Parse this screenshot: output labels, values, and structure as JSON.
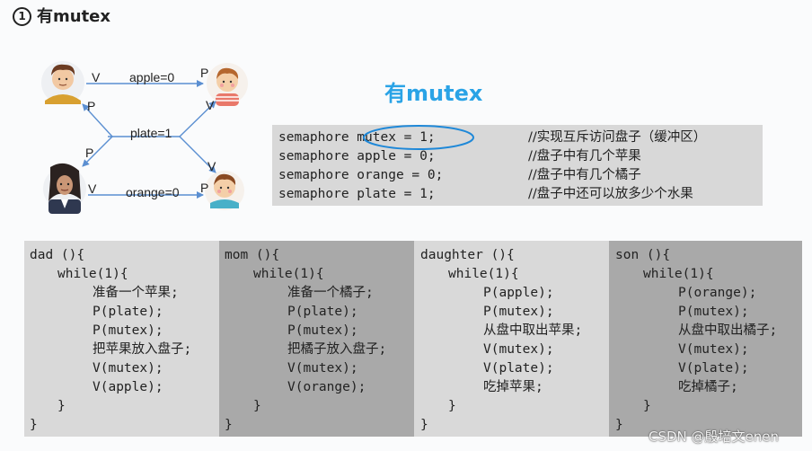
{
  "heading": {
    "number": "1",
    "text": "有mutex"
  },
  "big_title": "有mutex",
  "diagram": {
    "edge_labels": {
      "dad_to_son": "V",
      "son_p": "P",
      "apple_count": "apple=0",
      "dad_p": "P",
      "plate_count": "plate=1",
      "son_v": "V",
      "daughter_p": "P",
      "mom_v": "V",
      "orange_count": "orange=0",
      "son_bottom_p": "P",
      "son_bottom_v": "V"
    },
    "people": [
      "dad",
      "son",
      "mom",
      "son"
    ]
  },
  "semaphores": [
    {
      "decl": "semaphore mutex = 1;",
      "comment": "//实现互斥访问盘子（缓冲区）"
    },
    {
      "decl": "semaphore apple = 0;",
      "comment": "//盘子中有几个苹果"
    },
    {
      "decl": "semaphore orange = 0;",
      "comment": "//盘子中有几个橘子"
    },
    {
      "decl": "semaphore plate = 1;",
      "comment": "//盘子中还可以放多少个水果"
    }
  ],
  "code": {
    "dad": [
      "dad (){",
      "while(1){",
      "准备一个苹果;",
      "P(plate);",
      "P(mutex);",
      "把苹果放入盘子;",
      "V(mutex);",
      "V(apple);",
      "}",
      "}"
    ],
    "mom": [
      "mom (){",
      "while(1){",
      "准备一个橘子;",
      "P(plate);",
      "P(mutex);",
      "把橘子放入盘子;",
      "V(mutex);",
      "V(orange);",
      "}",
      "}"
    ],
    "daughter": [
      "daughter (){",
      "while(1){",
      "P(apple);",
      "P(mutex);",
      "从盘中取出苹果;",
      "V(mutex);",
      "V(plate);",
      "吃掉苹果;",
      "}",
      "}"
    ],
    "son": [
      "son (){",
      "while(1){",
      "P(orange);",
      "P(mutex);",
      "从盘中取出橘子;",
      "V(mutex);",
      "V(plate);",
      "吃掉橘子;",
      "}",
      "}"
    ]
  },
  "watermark": "CSDN @殷培文enen",
  "colors": {
    "accent": "#2aa3e6",
    "arrow": "#5b8fd1",
    "highlight_ring": "#1e88d8"
  }
}
